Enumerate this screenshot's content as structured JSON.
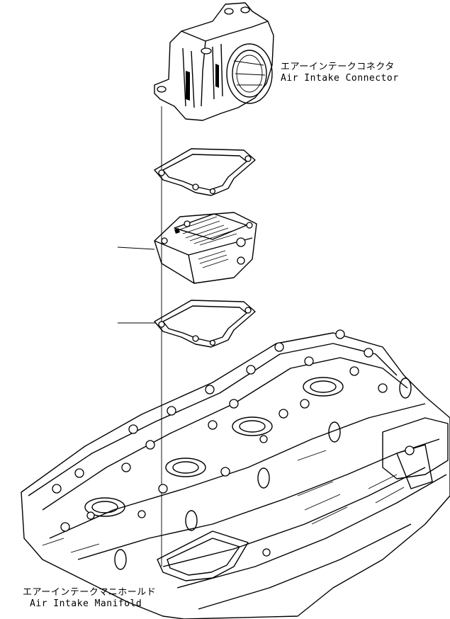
{
  "labels": {
    "connector_jp": "エアーインテークコネクタ",
    "connector_en": "Air Intake Connector",
    "manifold_jp": "エアーインテークマニホールド",
    "manifold_en": "Air Intake Manifold"
  }
}
